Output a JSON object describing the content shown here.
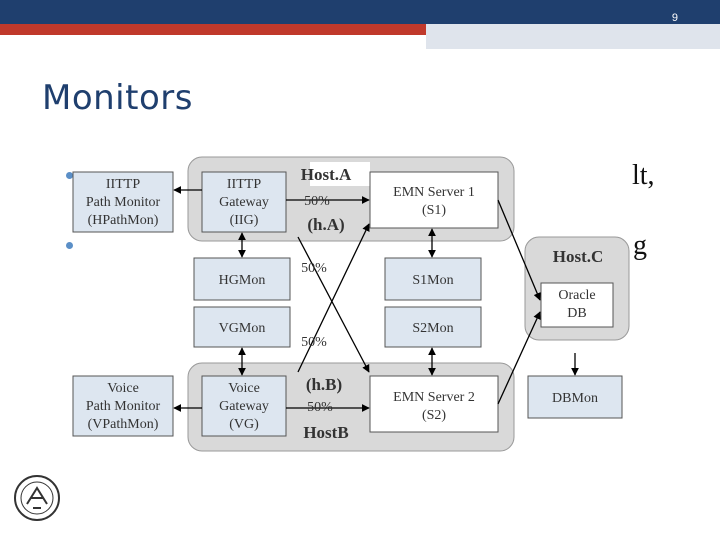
{
  "slide": {
    "number": "9",
    "title": "Monitors"
  },
  "text_fragments": [
    "lt,",
    "g"
  ],
  "diagram": {
    "hosts": {
      "a": "Host.A",
      "b": "HostB",
      "c": "Host.C",
      "ha": "(h.A)",
      "hb": "(h.B)"
    },
    "nodes": {
      "hpathmon": [
        "IITTP",
        "Path Monitor",
        "(HPathMon)"
      ],
      "hg": [
        "IITTP",
        "Gateway",
        "(IIG)"
      ],
      "s1": [
        "EMN Server 1",
        "(S1)"
      ],
      "hgmon": [
        "HGMon"
      ],
      "s1mon": [
        "S1Mon"
      ],
      "vgmon": [
        "VGMon"
      ],
      "s2mon": [
        "S2Mon"
      ],
      "oracle": [
        "Oracle",
        "DB"
      ],
      "vpathmon": [
        "Voice",
        "Path Monitor",
        "(VPathMon)"
      ],
      "vg": [
        "Voice",
        "Gateway",
        "(VG)"
      ],
      "s2": [
        "EMN Server 2",
        "(S2)"
      ],
      "dbmon": [
        "DBMon"
      ]
    },
    "edge_labels": {
      "hg_s1": "50%",
      "hg_s2": "50%",
      "vg_s1": "50%",
      "vg_s2": "50%"
    }
  },
  "colors": {
    "header": "#1f3f6e",
    "accent": "#c0392b",
    "node_fill": "#dde6f0",
    "host_fill": "#d9d9d9"
  }
}
